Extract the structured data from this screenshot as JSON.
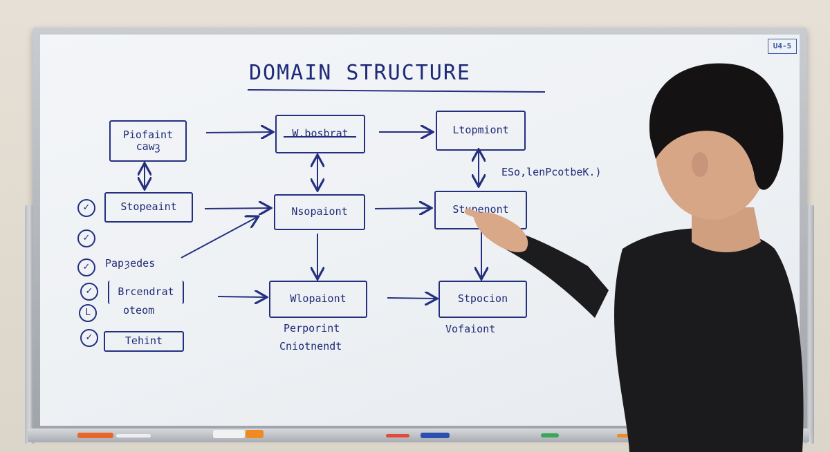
{
  "board": {
    "title": "DOMAIN STRUCTURE",
    "brand_mark": "",
    "sticker": "U4-5",
    "note": "ESo,lenPcotbeK.)"
  },
  "boxes": {
    "b1": {
      "line1": "Piofaint",
      "line2": "cawꝫ"
    },
    "b2": {
      "line1": "W.bosbrat"
    },
    "b3": {
      "line1": "Ltopmiont"
    },
    "b4": {
      "line1": "Stopeaint"
    },
    "b5": {
      "line1": "Nsopaiont"
    },
    "b6": {
      "line1": "Stupenont"
    },
    "b7": {
      "line1": "Brcendrat",
      "line2": "oteom"
    },
    "b8": {
      "line1": "Wlopaiont"
    },
    "b9": {
      "line1": "Stpocion"
    },
    "b10": {
      "line1": "Tehint"
    }
  },
  "labels": {
    "papzedes": "Papȝedes",
    "perporint": "Perporint",
    "cniotnendt": "Cniotnendt",
    "vofaiont": "Vofaiont"
  },
  "checks": [
    "✓",
    "✓",
    "✓",
    "✓",
    "L",
    "✓"
  ]
}
